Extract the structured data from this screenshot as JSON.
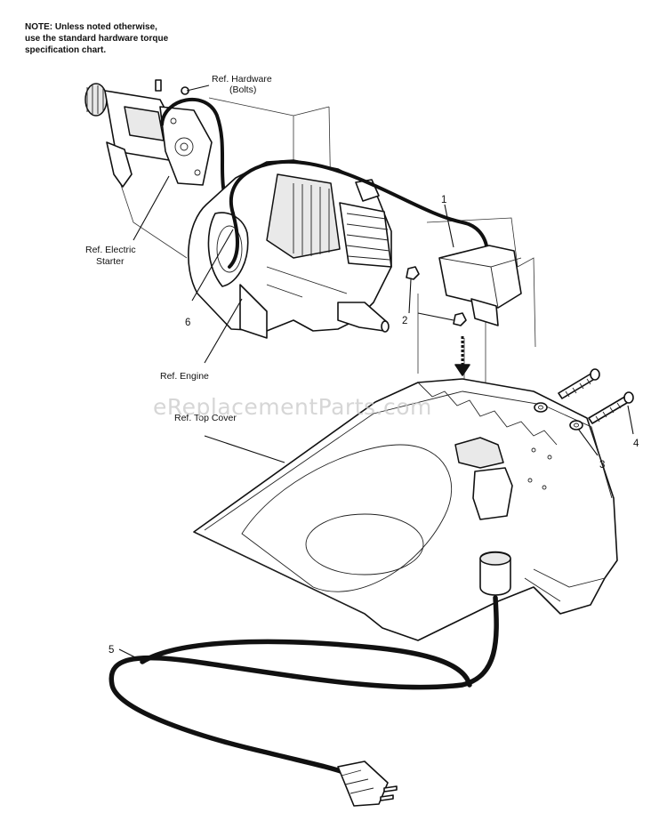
{
  "note": {
    "line1": "NOTE: Unless noted otherwise,",
    "line2": "use the standard hardware torque",
    "line3": "specification chart."
  },
  "labels": {
    "ref_hardware_1": "Ref. Hardware",
    "ref_hardware_2": "(Bolts)",
    "ref_electric_starter_1": "Ref. Electric",
    "ref_electric_starter_2": "Starter",
    "ref_engine": "Ref. Engine",
    "ref_top_cover": "Ref. Top Cover"
  },
  "callouts": {
    "c1": "1",
    "c2": "2",
    "c3": "3",
    "c4": "4",
    "c5": "5",
    "c6": "6"
  },
  "watermark": "eReplacementParts.com"
}
